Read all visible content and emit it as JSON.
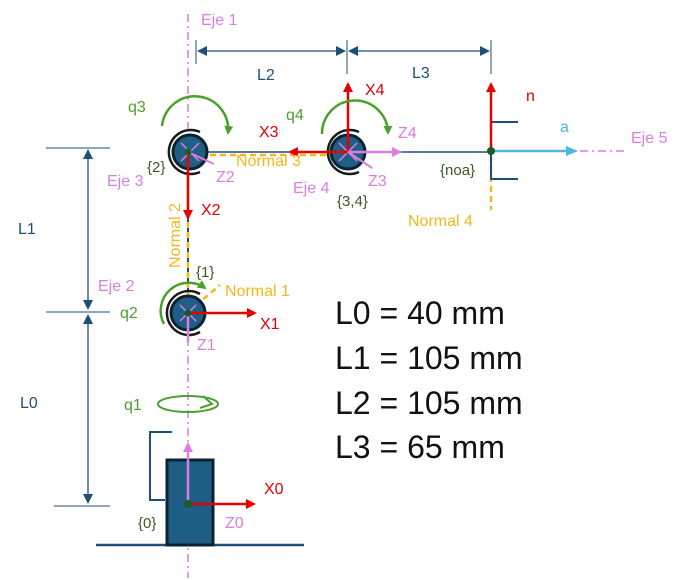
{
  "colors": {
    "axis_red": "#e60000",
    "axis_magenta": "#d97fe0",
    "rotation_green": "#4aa02c",
    "normal_yellow": "#f2b81c",
    "dimension_blue": "#1f4e79",
    "joint_fill": "#1f4e79",
    "frame_label_dark": "#3a5a20",
    "approach_cyan": "#4fb6e8"
  },
  "axes_labels": {
    "eje1": "Eje 1",
    "eje2": "Eje 2",
    "eje3": "Eje 3",
    "eje4": "Eje 4",
    "eje5": "Eje 5"
  },
  "dimensions": {
    "l0": "L0",
    "l1": "L1",
    "l2": "L2",
    "l3": "L3"
  },
  "frames": {
    "x0": "X0",
    "z0": "Z0",
    "x1": "X1",
    "z1": "Z1",
    "x2": "X2",
    "z2": "Z2",
    "x3": "X3",
    "z3": "Z3",
    "x4": "X4",
    "z4": "Z4",
    "f0": "{0}",
    "f1": "{1}",
    "f2": "{2}",
    "f34": "{3,4}",
    "fnoa": "{noa}",
    "n": "n",
    "a": "a"
  },
  "joints": {
    "q1": "q1",
    "q2": "q2",
    "q3": "q3",
    "q4": "q4"
  },
  "normals": {
    "n1": "Normal 1",
    "n2": "Normal 2",
    "n3": "Normal 3",
    "n4": "Normal 4"
  },
  "specs": [
    "L0 = 40 mm",
    "L1 = 105 mm",
    "L2 = 105 mm",
    "L3 = 65 mm"
  ]
}
